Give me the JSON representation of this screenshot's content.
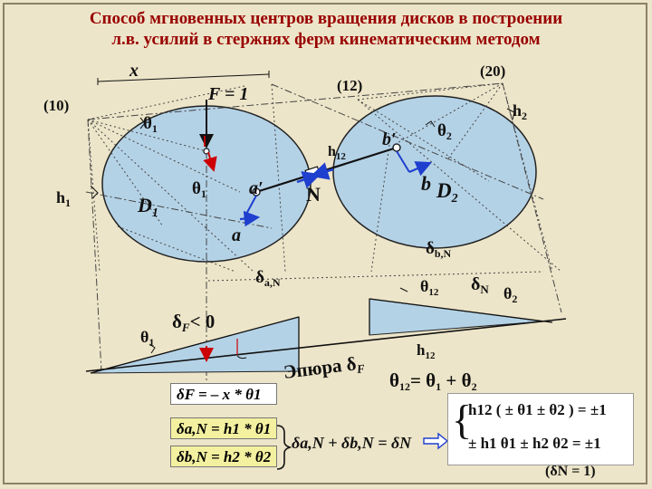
{
  "title": {
    "line1": "Способ мгновенных центров вращения дисков в построении",
    "line2": "л.в. усилий в стержнях ферм кинематическим методом"
  },
  "labels": {
    "x": "x",
    "p20": "(20)",
    "p12": "(12)",
    "p10": "(10)",
    "F1": "F = 1",
    "h2": "h",
    "h2_sub": "2",
    "theta": "θ",
    "theta1_sub": "1",
    "theta2_sub": "2",
    "theta12_sub": "12",
    "b_prime": "b′",
    "h12": "h",
    "h12_sub": "12",
    "N": "N",
    "b": "b",
    "D2": "D",
    "D2_sub": "2",
    "D1": "D",
    "D1_sub": "1",
    "a_prime": "a′",
    "a": "a",
    "h1": "h",
    "h1_sub": "1",
    "delta": "δ",
    "dbN_sub": "b,N",
    "daN_sub": "a,N",
    "dN_sub": "N",
    "dF_sub": "F",
    "dF_cond": "< 0",
    "epure": "Эпюра δ",
    "epure_sub": "F",
    "theta12_eq": "= θ",
    "theta12_eq_tail": " + θ"
  },
  "formulas": {
    "f1": "δF = – x * θ1",
    "f2": "δa,N = h1 * θ1",
    "f3": "δb,N = h2 * θ2",
    "f4": "δa,N + δb,N = δN"
  },
  "system": {
    "line1": "h12 ( ± θ1 ± θ2 ) = ±1",
    "line2": "± h1 θ1 ± h2 θ2 = ±1",
    "line3": "(δN = 1)"
  },
  "colors": {
    "disk_fill": "#b4d2e6",
    "title": "#990000",
    "arrow_red": "#cc0000",
    "arrow_blue": "#1f3fcf",
    "box_yellow": "#f3f0a0",
    "epure_fill": "#b4d2e6"
  }
}
